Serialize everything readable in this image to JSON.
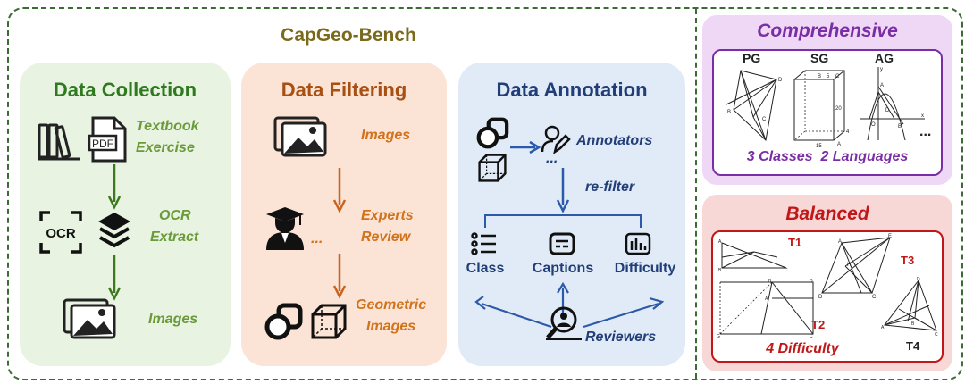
{
  "title": "CapGeo-Bench",
  "collection": {
    "title": "Data Collection",
    "source_line1": "Textbook",
    "source_line2": "Exercise",
    "ocr_icon_text": "OCR",
    "ocr_line1": "OCR",
    "ocr_line2": "Extract",
    "images": "Images",
    "pdf_icon_text": "PDF"
  },
  "filtering": {
    "title": "Data Filtering",
    "images": "Images",
    "experts_line1": "Experts",
    "experts_line2": "Review",
    "ellipsis": "...",
    "geo_line1": "Geometric",
    "geo_line2": "Images"
  },
  "annotation": {
    "title": "Data Annotation",
    "annotators": "Annotators",
    "ellipsis": "...",
    "refilter": "re-filter",
    "class": "Class",
    "captions": "Captions",
    "difficulty": "Difficulty",
    "reviewers": "Reviewers"
  },
  "comprehensive": {
    "title": "Comprehensive",
    "pg": "PG",
    "sg": "SG",
    "ag": "AG",
    "ellipsis": "...",
    "caption": "3 Classes  2 Languages"
  },
  "balanced": {
    "title": "Balanced",
    "t1": "T1",
    "t2": "T2",
    "t3": "T3",
    "t4": "T4",
    "caption": "4 Difficulty"
  },
  "colors": {
    "frame": "#3d6b35",
    "collection_bg": "#e8f3e1",
    "collection_text": "#2f7a1f",
    "collection_label": "#6a9a3a",
    "filtering_bg": "#fbe3d5",
    "filtering_text": "#a94f12",
    "filtering_label": "#d2731c",
    "annotation_bg": "#e1ebf7",
    "annotation_text": "#213e78",
    "comprehensive_bg": "#efd8f5",
    "comprehensive_text": "#7a2ea6",
    "balanced_bg": "#f8d7d7",
    "balanced_text": "#c01818"
  },
  "icons": [
    "books-icon",
    "pdf-file-icon",
    "ocr-scan-icon",
    "layers-icon",
    "images-icon",
    "graduation-expert-icon",
    "shapes-icon",
    "cube-icon",
    "annotator-icon",
    "list-icon",
    "caption-icon",
    "bar-chart-icon",
    "reviewer-icon"
  ]
}
